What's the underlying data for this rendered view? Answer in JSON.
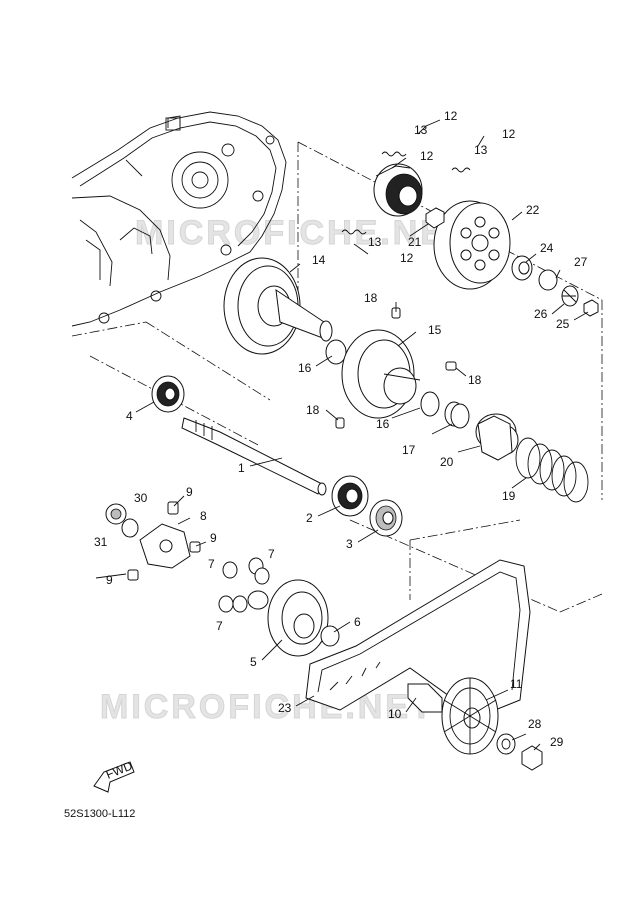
{
  "diagram_code": "52S1300-L112",
  "watermark": "MICROFICHE.NET",
  "fwd_label": "FWD",
  "callouts": {
    "c1": "1",
    "c2": "2",
    "c3": "3",
    "c4": "4",
    "c5": "5",
    "c6": "6",
    "c7a": "7",
    "c7b": "7",
    "c7c": "7",
    "c8": "8",
    "c9a": "9",
    "c9b": "9",
    "c9c": "9",
    "c10": "10",
    "c11": "11",
    "c12a": "12",
    "c12b": "12",
    "c12c": "12",
    "c12d": "12",
    "c13a": "13",
    "c13b": "13",
    "c13c": "13",
    "c14": "14",
    "c15": "15",
    "c16a": "16",
    "c16b": "16",
    "c17": "17",
    "c18a": "18",
    "c18b": "18",
    "c18c": "18",
    "c19": "19",
    "c20": "20",
    "c21": "21",
    "c22": "22",
    "c23": "23",
    "c24": "24",
    "c25": "25",
    "c26": "26",
    "c27": "27",
    "c28": "28",
    "c29": "29",
    "c30": "30",
    "c31": "31"
  }
}
